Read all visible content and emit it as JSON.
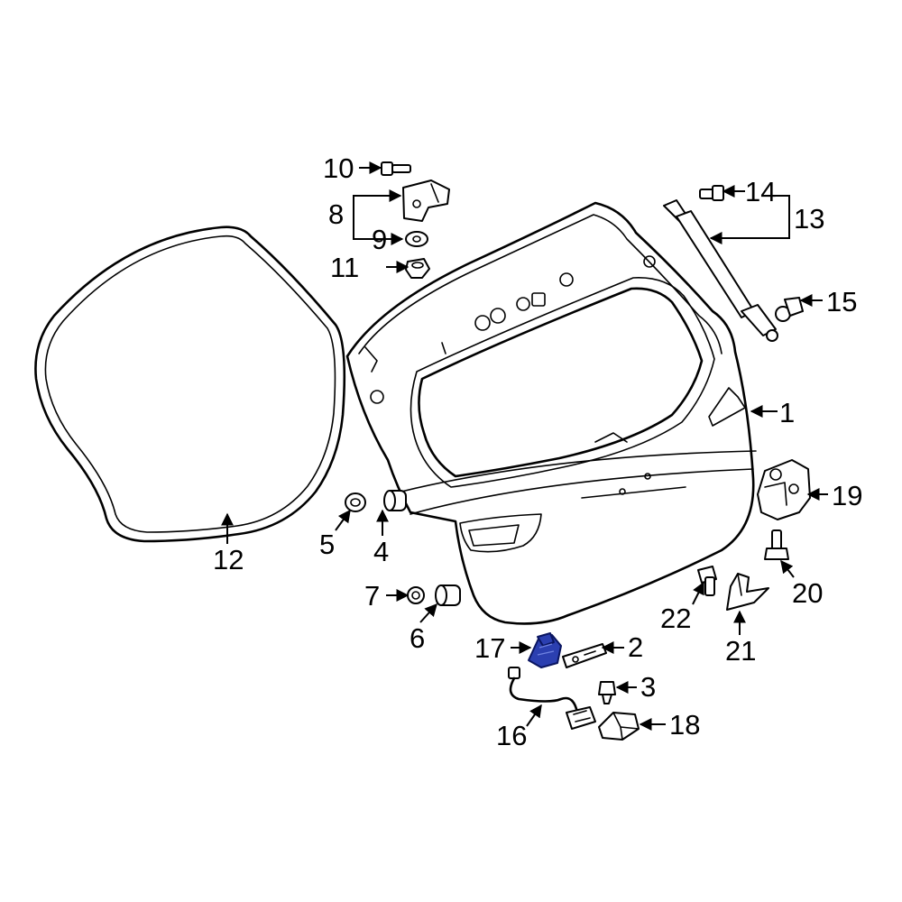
{
  "diagram": {
    "highlight_color": "#2b3fb0",
    "callouts": [
      {
        "id": "c1",
        "label": "1"
      },
      {
        "id": "c2",
        "label": "2"
      },
      {
        "id": "c3",
        "label": "3"
      },
      {
        "id": "c4",
        "label": "4"
      },
      {
        "id": "c5",
        "label": "5"
      },
      {
        "id": "c6",
        "label": "6"
      },
      {
        "id": "c7",
        "label": "7"
      },
      {
        "id": "c8",
        "label": "8"
      },
      {
        "id": "c9",
        "label": "9"
      },
      {
        "id": "c10",
        "label": "10"
      },
      {
        "id": "c11",
        "label": "11"
      },
      {
        "id": "c12",
        "label": "12"
      },
      {
        "id": "c13",
        "label": "13"
      },
      {
        "id": "c14",
        "label": "14"
      },
      {
        "id": "c15",
        "label": "15"
      },
      {
        "id": "c16",
        "label": "16"
      },
      {
        "id": "c17",
        "label": "17"
      },
      {
        "id": "c18",
        "label": "18"
      },
      {
        "id": "c19",
        "label": "19"
      },
      {
        "id": "c20",
        "label": "20"
      },
      {
        "id": "c21",
        "label": "21"
      },
      {
        "id": "c22",
        "label": "22"
      }
    ]
  }
}
